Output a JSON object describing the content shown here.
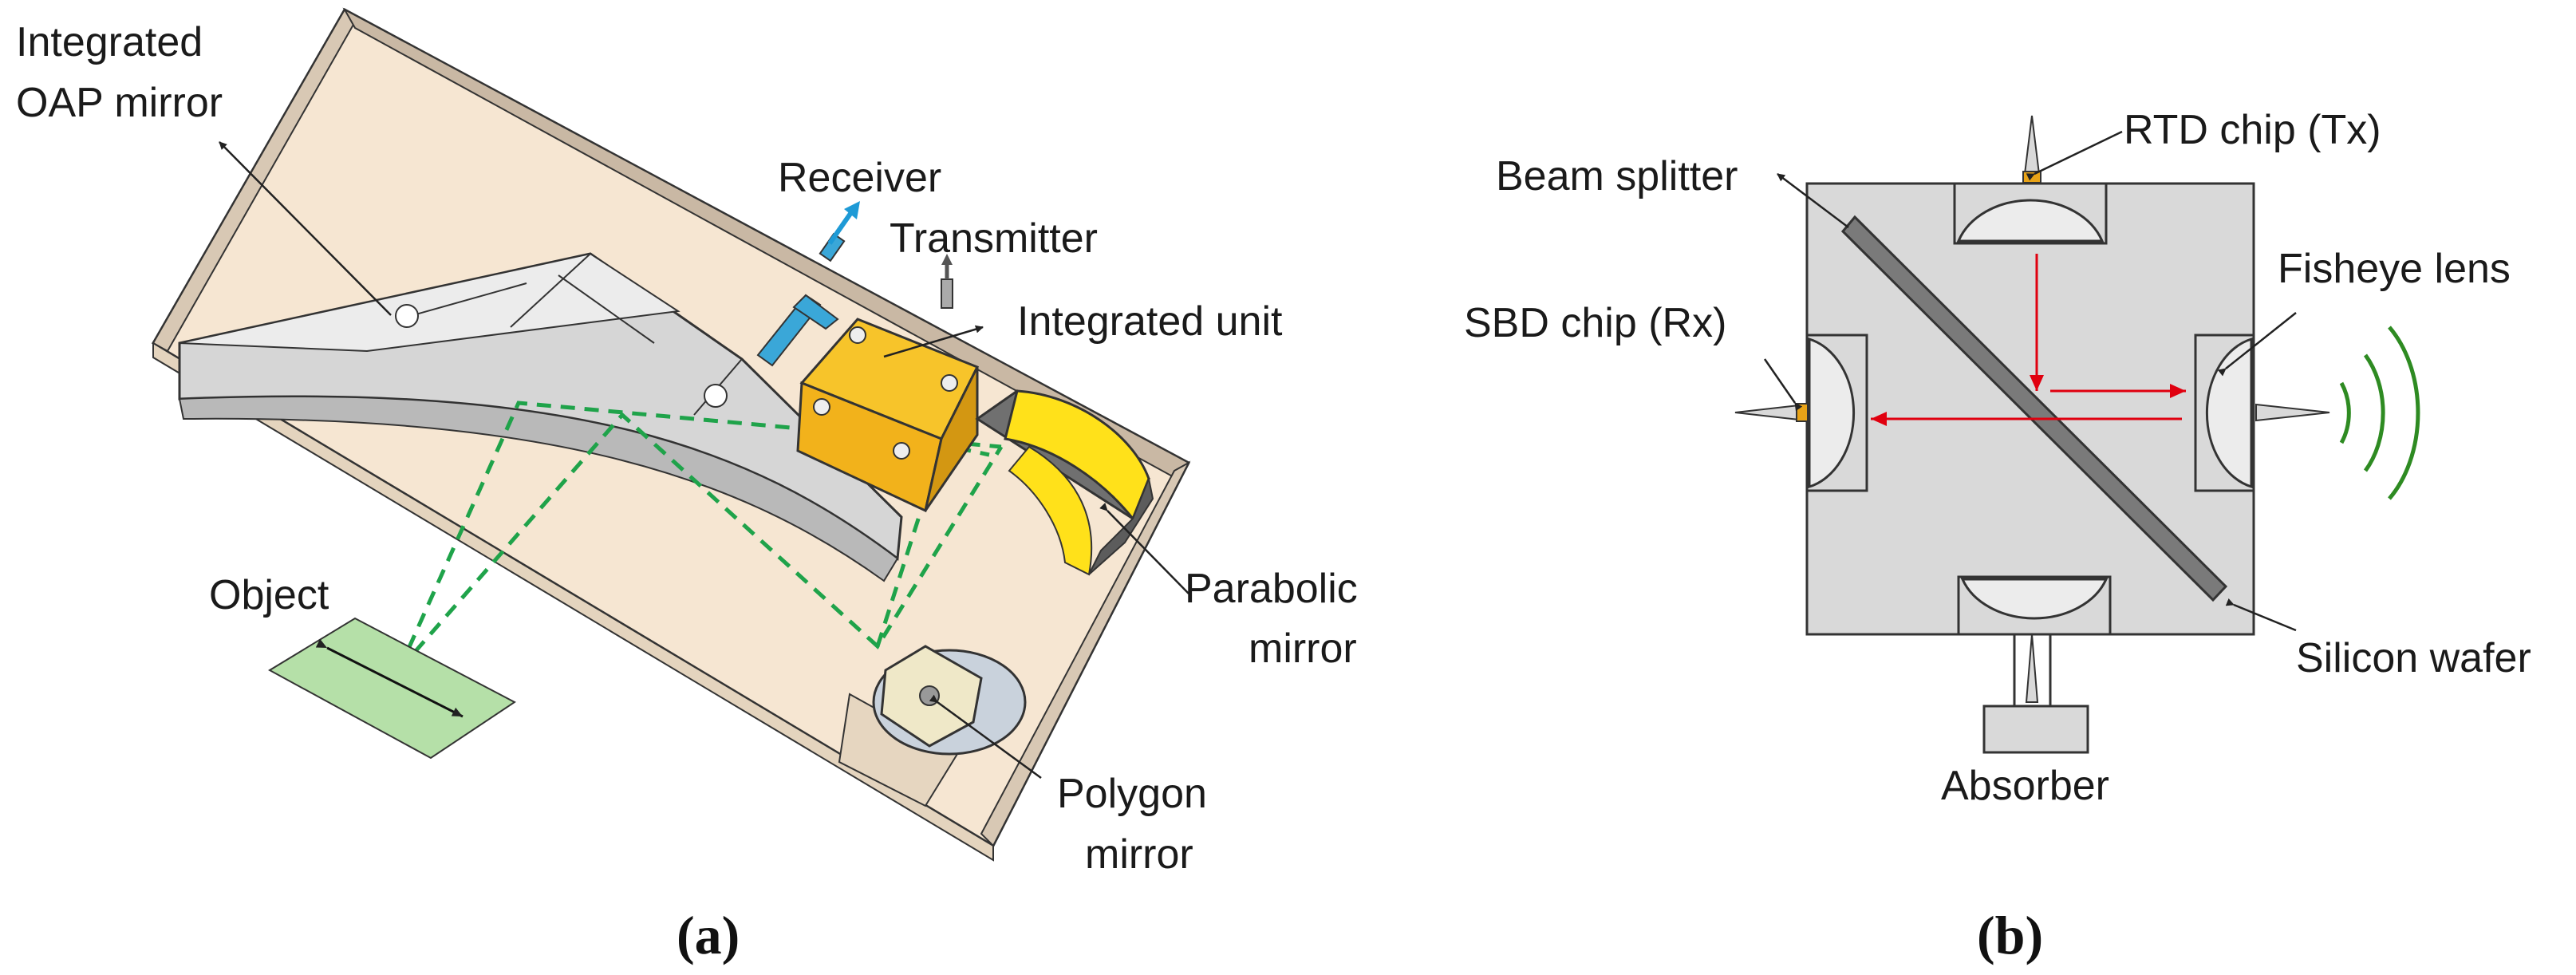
{
  "panel_a": {
    "caption": "(a)",
    "labels": {
      "oap_line1": "Integrated",
      "oap_line2": "OAP mirror",
      "receiver": "Receiver",
      "transmitter": "Transmitter",
      "integrated_unit": "Integrated unit",
      "object": "Object",
      "parabolic_line1": "Parabolic",
      "parabolic_line2": "mirror",
      "polygon_line1": "Polygon",
      "polygon_line2": "mirror"
    }
  },
  "panel_b": {
    "caption": "(b)",
    "labels": {
      "beam_splitter": "Beam splitter",
      "rtd_chip": "RTD chip (Tx)",
      "fisheye_lens": "Fisheye lens",
      "sbd_chip": "SBD chip (Rx)",
      "silicon_wafer": "Silicon wafer",
      "absorber": "Absorber"
    }
  },
  "colors": {
    "tray_fill": "#f6e6d2",
    "tray_wall": "#d8c8b4",
    "mirror_gray": "#cfcfcf",
    "beam_green": "#1fa34a",
    "unit_orange": "#f2b21b",
    "parabolic_yellow": "#ffe11a",
    "object_green": "#b5e0a8",
    "arrow_blue": "#1e9ad6",
    "box_gray": "#d9d9d9",
    "ray_red": "#e0000f",
    "wave_green": "#2e8b22",
    "chip_orange": "#e8a317"
  }
}
